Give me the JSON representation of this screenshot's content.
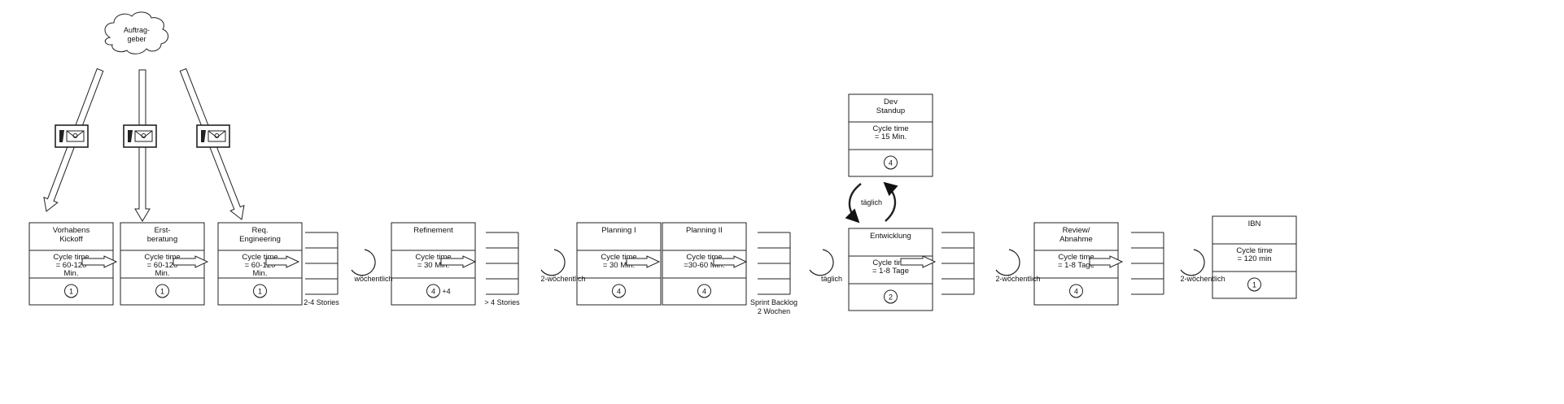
{
  "customer": {
    "line1": "Auftrag-",
    "line2": "geber"
  },
  "process_steps": [
    {
      "title_lines": [
        "Vorhabens",
        "Kickoff"
      ],
      "cycle_lines": [
        "Cycle time",
        "= 60-120",
        "Min."
      ],
      "people": "1",
      "extra": ""
    },
    {
      "title_lines": [
        "Erst-",
        "beratung"
      ],
      "cycle_lines": [
        "Cycle time",
        "= 60-120",
        "Min."
      ],
      "people": "1",
      "extra": ""
    },
    {
      "title_lines": [
        "Req.",
        "Engineering"
      ],
      "cycle_lines": [
        "Cycle time",
        "= 60-120",
        "Min."
      ],
      "people": "1",
      "extra": ""
    },
    {
      "title_lines": [
        "Refinement"
      ],
      "cycle_lines": [
        "Cycle time",
        "= 30 Min."
      ],
      "people": "4",
      "extra": "+4"
    },
    {
      "title_lines": [
        "Planning I"
      ],
      "cycle_lines": [
        "Cycle time",
        "= 30 Min."
      ],
      "people": "4",
      "extra": ""
    },
    {
      "title_lines": [
        "Planning II"
      ],
      "cycle_lines": [
        "Cycle time",
        "=30-60 Min."
      ],
      "people": "4",
      "extra": ""
    },
    {
      "title_lines": [
        "Entwicklung"
      ],
      "cycle_lines": [
        "Cycle time",
        "= 1-8 Tage"
      ],
      "people": "2",
      "extra": ""
    },
    {
      "title_lines": [
        "Review/",
        "Abnahme"
      ],
      "cycle_lines": [
        "Cycle time",
        "= 1-8 Tage"
      ],
      "people": "4",
      "extra": ""
    },
    {
      "title_lines": [
        "IBN"
      ],
      "cycle_lines": [
        "Cycle time",
        "= 120 min"
      ],
      "people": "1",
      "extra": ""
    }
  ],
  "standup": {
    "title_lines": [
      "Dev",
      "Standup"
    ],
    "cycle_lines": [
      "Cycle time",
      "= 15 Min."
    ],
    "people": "4"
  },
  "standup_loop_label": "täglich",
  "inventories": [
    {
      "label_lines": [
        "2-4 Stories"
      ],
      "cycle": "wöchentlich"
    },
    {
      "label_lines": [
        "> 4 Stories"
      ],
      "cycle": "2-wöchentlich"
    },
    {
      "label_lines": [
        "Sprint Backlog",
        "2 Wochen"
      ],
      "cycle": "täglich"
    },
    {
      "label_lines": [],
      "cycle": "2-wöchentlich"
    },
    {
      "label_lines": [],
      "cycle": "2-wöchentlich"
    }
  ],
  "icons": {
    "contact": "phone-mail-icon",
    "operator": "operator-icon",
    "cycle": "cycle-arrow-icon"
  }
}
